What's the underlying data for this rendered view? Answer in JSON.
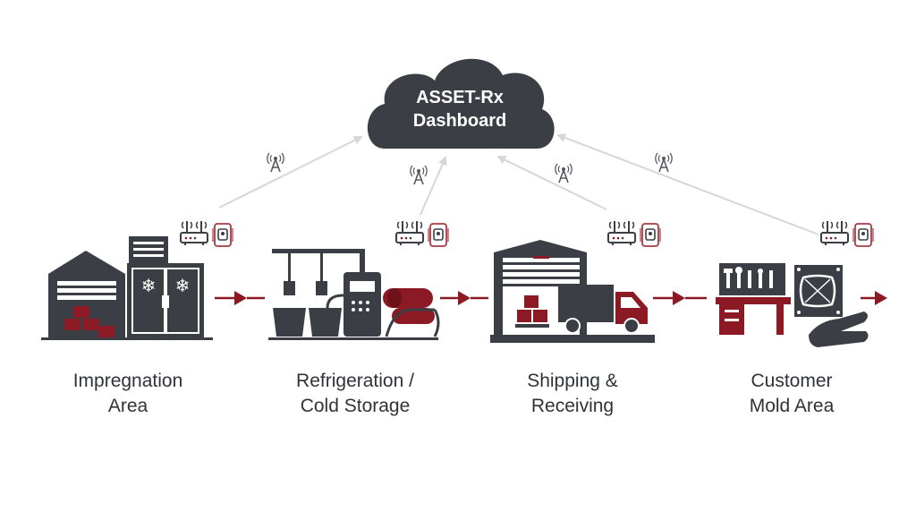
{
  "dashboard": {
    "line1": "ASSET-Rx",
    "line2": "Dashboard"
  },
  "stages": [
    {
      "id": "impregnation",
      "line1": "Impregnation",
      "line2": "Area",
      "icon": "warehouse-freezer-icon"
    },
    {
      "id": "refrigeration",
      "line1": "Refrigeration /",
      "line2": "Cold Storage",
      "icon": "processing-line-icon"
    },
    {
      "id": "shipping",
      "line1": "Shipping &",
      "line2": "Receiving",
      "icon": "warehouse-truck-icon"
    },
    {
      "id": "customer",
      "line1": "Customer",
      "line2": "Mold Area",
      "icon": "workbench-mold-icon"
    }
  ],
  "colors": {
    "dark": "#3b3f45",
    "accent": "#8b1a24",
    "arrow_gray": "#d4d6d8",
    "tag_outline": "#a83a44"
  }
}
